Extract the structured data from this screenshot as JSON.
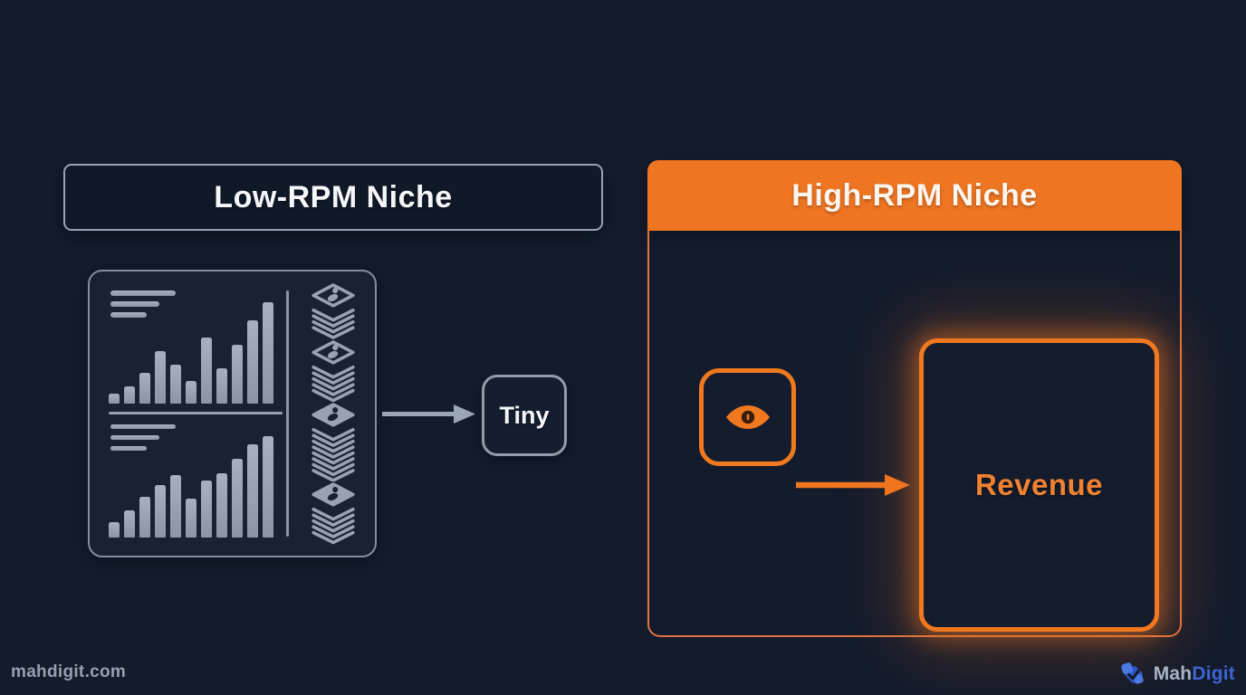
{
  "page": {
    "background": "#131b2c"
  },
  "colors": {
    "accent_orange": "#ee7522",
    "orange_border": "#f0791f",
    "orange_text": "#ef8132",
    "gray_border": "#9aa2b0",
    "bar_fill": "#99a2b1",
    "text_light": "#f4f6f9",
    "brand_blue": "#3e64d0",
    "brand_gray": "#a9b3c6"
  },
  "left_section": {
    "title": "Low-RPM Niche",
    "result_label": "Tiny",
    "stacks": [
      {
        "layers": 4,
        "filled": false
      },
      {
        "layers": 5,
        "filled": false
      },
      {
        "layers": 8,
        "filled": true
      },
      {
        "layers": 5,
        "filled": true
      }
    ]
  },
  "right_section": {
    "title": "High-RPM Niche",
    "result_label": "Revenue"
  },
  "footer": {
    "website": "mahdigit.com",
    "brand_prefix": "Mah",
    "brand_suffix": "Digit"
  },
  "chart_data": [
    {
      "type": "bar",
      "title": "",
      "context": "decorative analytics chart (top) inside Low-RPM panel",
      "text_line_widths": [
        72,
        54,
        40
      ],
      "values": [
        0.1,
        0.17,
        0.3,
        0.52,
        0.38,
        0.22,
        0.65,
        0.35,
        0.58,
        0.82,
        1.0
      ],
      "ylim": [
        0,
        1
      ],
      "grid": false
    },
    {
      "type": "bar",
      "title": "",
      "context": "decorative analytics chart (bottom) inside Low-RPM panel",
      "text_line_widths": [
        72,
        54,
        40
      ],
      "values": [
        0.15,
        0.27,
        0.4,
        0.52,
        0.62,
        0.38,
        0.56,
        0.63,
        0.78,
        0.92,
        1.0
      ],
      "ylim": [
        0,
        1
      ],
      "grid": false
    }
  ]
}
